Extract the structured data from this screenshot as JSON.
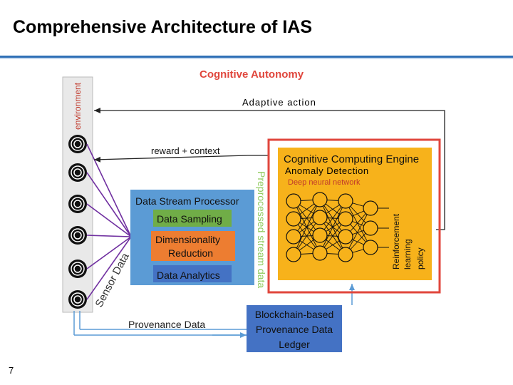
{
  "slide": {
    "title": "Comprehensive Architecture of IAS",
    "page_number": "7"
  },
  "diagram": {
    "environment_label": "environment",
    "cognitive_autonomy": "Cognitive Autonomy",
    "adaptive_action": "Adaptive action",
    "reward_context": "reward + context",
    "sensor_data": "Sensor Data",
    "provenance_data": "Provenance Data",
    "preprocessed_stream_data": "Preprocessed stream data",
    "data_stream_processor": {
      "title": "Data Stream Processor",
      "data_sampling": "Data Sampling",
      "dimensionality_line1": "Dimensionality",
      "dimensionality_line2": "Reduction",
      "data_analytics": "Data Analytics"
    },
    "cognitive_engine": {
      "title": "Cognitive Computing Engine",
      "anomaly_detection": "Anomaly Detection",
      "deep_neural_network": "Deep neural network",
      "reinforcement_line1": "Reinforcement",
      "reinforcement_line2": "learning",
      "reinforcement_line3": "policy"
    },
    "blockchain": {
      "line1": "Blockchain-based",
      "line2": "Provenance Data",
      "line3": "Ledger"
    },
    "colors": {
      "accent_red": "#e0463c",
      "engine_orange": "#f7b21b",
      "processor_blue": "#5b9bd5",
      "sampling_green": "#70ad47",
      "reduction_orange": "#ed7d31",
      "ledger_blue": "#4472c4",
      "sensor_purple": "#7030a0",
      "arrow_blue": "#5b9bd5",
      "preprocessed_green": "#8fca5d"
    }
  }
}
